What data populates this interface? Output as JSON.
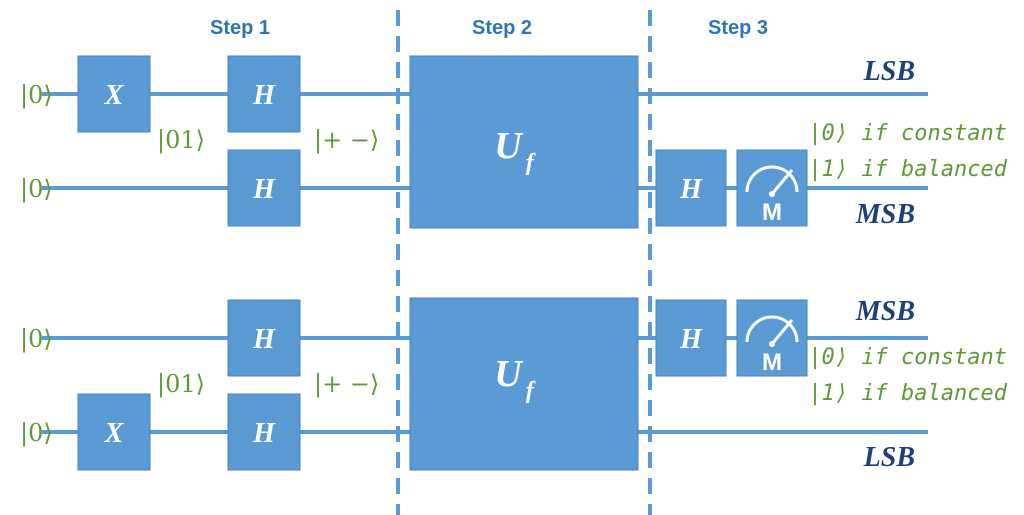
{
  "steps": [
    "Step 1",
    "Step 2",
    "Step 3"
  ],
  "top_circuit": {
    "inputs": [
      "|0⟩",
      "|0⟩"
    ],
    "x_gate": "X",
    "h_gates": [
      "H",
      "H",
      "H"
    ],
    "state_after_x": "|01⟩",
    "state_after_h": "|+ −⟩",
    "oracle": {
      "main": "U",
      "sub": "f"
    },
    "meter_label": "M",
    "lsb_label": "LSB",
    "msb_label": "MSB",
    "result_constant": "|0⟩ if constant",
    "result_balanced": "|1⟩ if balanced"
  },
  "bottom_circuit": {
    "inputs": [
      "|0⟩",
      "|0⟩"
    ],
    "x_gate": "X",
    "h_gates": [
      "H",
      "H",
      "H"
    ],
    "state_after_x": "|01⟩",
    "state_after_h": "|+ −⟩",
    "oracle": {
      "main": "U",
      "sub": "f"
    },
    "meter_label": "M",
    "msb_label": "MSB",
    "lsb_label": "LSB",
    "result_constant": "|0⟩ if constant",
    "result_balanced": "|1⟩ if balanced"
  },
  "colors": {
    "wire": "#5b9bd5",
    "gate": "#5b9bd5",
    "step_label": "#2e75b6",
    "ket_text": "#5e9a3a",
    "bit_label": "#1f3f7a"
  }
}
